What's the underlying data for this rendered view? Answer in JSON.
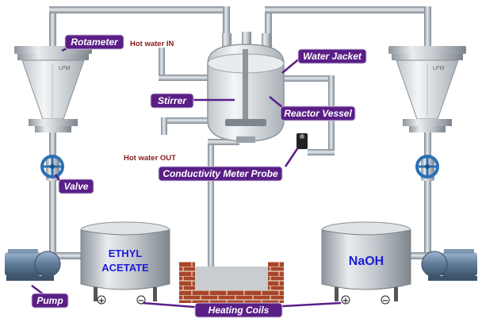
{
  "labels": {
    "rotameter": "Rotameter",
    "hot_water_in": "Hot water IN",
    "water_jacket": "Water Jacket",
    "stirrer": "Stirrer",
    "reactor_vessel": "Reactor Vessel",
    "hot_water_out": "Hot water OUT",
    "valve": "Valve",
    "conductivity_probe": "Conductivity Meter Probe",
    "pump": "Pump",
    "heating_coils": "Heating Coils"
  },
  "tanks": {
    "left_line1": "ETHYL",
    "left_line2": "ACETATE",
    "right": "NaOH"
  },
  "rotameter_unit": "LPM",
  "terminals": [
    "+",
    "−",
    "+",
    "−"
  ],
  "colors": {
    "label_bg": "#5a1f86",
    "pipe": "#9aa4ad",
    "hot_text": "#8b1a1a",
    "tank_text": "#1c1cd4",
    "valve": "#2a6fb5",
    "brick": "#a8452a"
  }
}
